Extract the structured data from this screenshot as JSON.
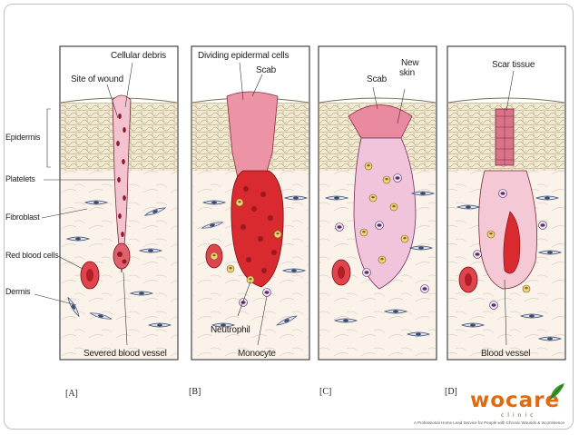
{
  "labels": {
    "cellular_debris": "Cellular debris",
    "site_of_wound": "Site of wound",
    "epidermis": "Epidermis",
    "platelets": "Platelets",
    "fibroblast": "Fibroblast",
    "red_blood_cells": "Red blood cells",
    "dermis": "Dermis",
    "severed_blood_vessel": "Severed blood vessel",
    "dividing_epidermal_cells": "Dividing epidermal cells",
    "scab_b": "Scab",
    "neutrophil": "Neutrophil",
    "monocyte": "Monocyte",
    "scab_c": "Scab",
    "new_skin_line1": "New",
    "new_skin_line2": "skin",
    "scar_tissue": "Scar tissue",
    "blood_vessel": "Blood vessel"
  },
  "panels": [
    "[A]",
    "[B]",
    "[C]",
    "[D]"
  ],
  "logo": {
    "word": "wocare",
    "sub": "clinic",
    "tagline": "A Professional Home Lead Service for People with Chronic Wounds & Incontinence"
  },
  "colors": {
    "skin_pink": "#f5c9d2",
    "blood_red": "#d8262b",
    "scab_pink": "#e98aa0",
    "epidermis_beige": "#f1e6c8",
    "logo_orange": "#e06a10",
    "logo_green": "#2a7a2a"
  }
}
